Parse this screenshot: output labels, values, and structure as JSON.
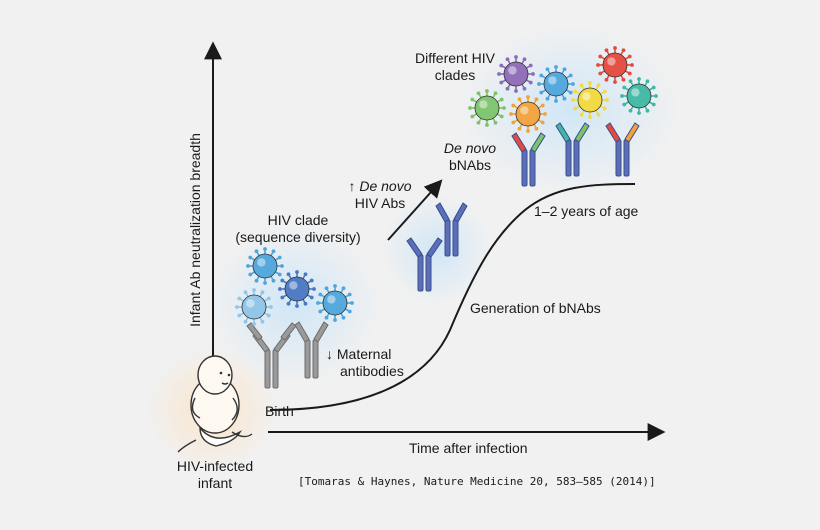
{
  "y_axis_label": "Infant Ab neutralization breadth",
  "x_axis_label": "Time after infection",
  "birth_label": "Birth",
  "infant_label_line1": "HIV-infected",
  "infant_label_line2": "infant",
  "hiv_clade_line1": "HIV clade",
  "hiv_clade_line2": "(sequence diversity)",
  "maternal_arrow": "↓",
  "maternal_line1": "Maternal",
  "maternal_line2": "antibodies",
  "denovo_arrow": "↑",
  "denovo_italic": "De novo",
  "denovo_line2": "HIV Abs",
  "bnabs_italic": "De novo",
  "bnabs_line2": "bNAbs",
  "different_line1": "Different HIV",
  "different_line2": "clades",
  "years_label": "1–2 years of age",
  "generation_label": "Generation of bNAbs",
  "citation": "[Tomaras & Haynes, Nature Medicine 20, 583–585 (2014)]",
  "colors": {
    "axis": "#1a1a1a",
    "maternal_antibody": "#9a9a9a",
    "denovo_antibody": "#5b6fb8",
    "virus_blue": "#4ea6dc",
    "virus_purple": "#8e6bb8",
    "virus_green": "#7cc46a",
    "virus_orange": "#f3a23a",
    "virus_yellow": "#f4da3c",
    "virus_red": "#e54a3c",
    "virus_teal": "#3fb8a4",
    "glow": "#cfe6f7",
    "infant_glow": "#fbe4c6"
  }
}
